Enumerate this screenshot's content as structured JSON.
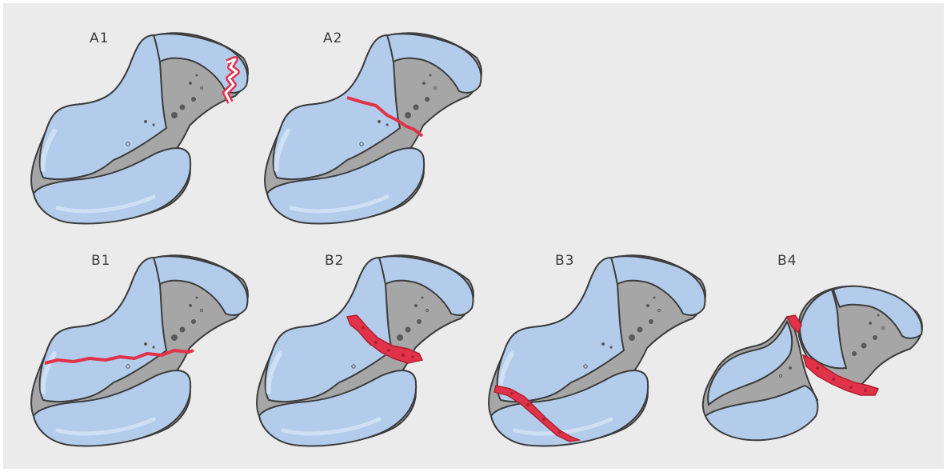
{
  "figure": {
    "panels": [
      {
        "label": "A1",
        "fracture": "A1"
      },
      {
        "label": "A2",
        "fracture": "A2"
      },
      {
        "label": "B1",
        "fracture": "B1"
      },
      {
        "label": "B2",
        "fracture": "B2"
      },
      {
        "label": "B3",
        "fracture": "B3"
      },
      {
        "label": "B4",
        "fracture": "B4"
      }
    ]
  },
  "colors": {
    "background": "#ebebeb",
    "cartilage": "#b3cceb",
    "cartilage_highlight": "#cfe0f4",
    "bone": "#a6a6a6",
    "outline": "#3c3c3c",
    "fracture": "#e0334a",
    "foramen": "#5a5a5a"
  }
}
